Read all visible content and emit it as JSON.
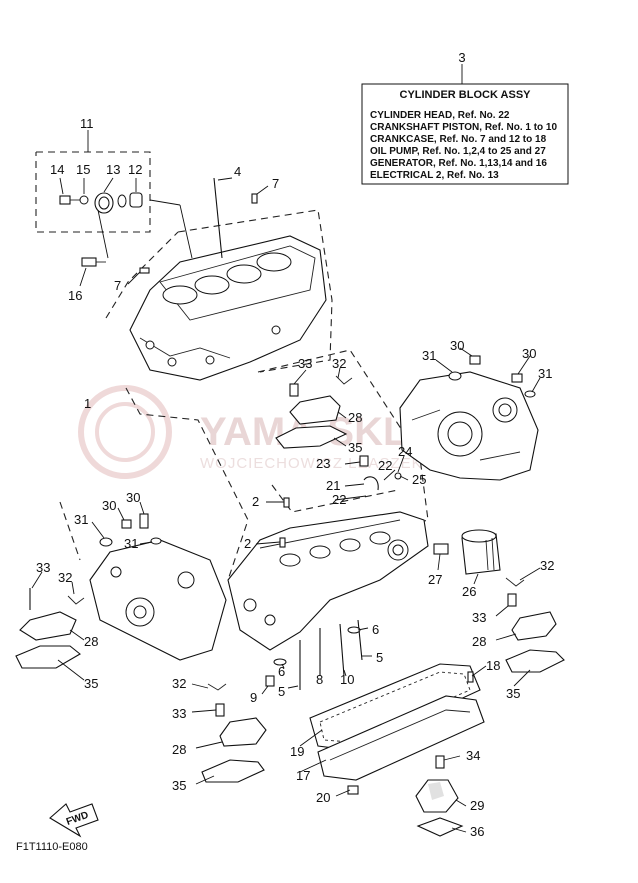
{
  "assy_box": {
    "ref": "3",
    "title": "CYLINDER BLOCK ASSY",
    "lines": [
      "CYLINDER HEAD, Ref. No. 22",
      "CRANKSHAFT PISTON, Ref. No. 1 to 10",
      "CRANKCASE, Ref. No. 7 and 12 to 18",
      "OIL PUMP, Ref. No. 1,2,4 to 25 and 27",
      "GENERATOR, Ref. No. 1,13,14 and 16",
      "ELECTRICAL 2, Ref. No. 13"
    ]
  },
  "watermark": {
    "main": "YAMA-SKLEP.PL",
    "sub": "WOJCIECHOWICZ LEASZEK ANNA"
  },
  "fwd_label": "FWD",
  "figure_code": "F1T1110-E080",
  "callouts": [
    {
      "id": "c11",
      "text": "11"
    },
    {
      "id": "c14",
      "text": "14"
    },
    {
      "id": "c15",
      "text": "15"
    },
    {
      "id": "c13a",
      "text": "13"
    },
    {
      "id": "c12",
      "text": "12"
    },
    {
      "id": "c4a",
      "text": "4"
    },
    {
      "id": "c7a",
      "text": "7"
    },
    {
      "id": "c7b",
      "text": "7"
    },
    {
      "id": "c16",
      "text": "16"
    },
    {
      "id": "c1",
      "text": "1"
    },
    {
      "id": "c33a",
      "text": "33"
    },
    {
      "id": "c32a",
      "text": "32"
    },
    {
      "id": "c28a",
      "text": "28"
    },
    {
      "id": "c35a",
      "text": "35"
    },
    {
      "id": "c23",
      "text": "23"
    },
    {
      "id": "c21",
      "text": "21"
    },
    {
      "id": "c22a",
      "text": "22"
    },
    {
      "id": "c22b",
      "text": "22"
    },
    {
      "id": "c24",
      "text": "24"
    },
    {
      "id": "c25",
      "text": "25"
    },
    {
      "id": "c31a",
      "text": "31"
    },
    {
      "id": "c30a",
      "text": "30"
    },
    {
      "id": "c30b",
      "text": "30"
    },
    {
      "id": "c31b",
      "text": "31"
    },
    {
      "id": "c2a",
      "text": "2"
    },
    {
      "id": "c2b",
      "text": "2"
    },
    {
      "id": "c31c",
      "text": "31"
    },
    {
      "id": "c30c",
      "text": "30"
    },
    {
      "id": "c30d",
      "text": "30"
    },
    {
      "id": "c31d",
      "text": "31"
    },
    {
      "id": "c33b",
      "text": "33"
    },
    {
      "id": "c32b",
      "text": "32"
    },
    {
      "id": "c28b",
      "text": "28"
    },
    {
      "id": "c35b",
      "text": "35"
    },
    {
      "id": "c27",
      "text": "27"
    },
    {
      "id": "c26",
      "text": "26"
    },
    {
      "id": "c32c",
      "text": "32"
    },
    {
      "id": "c33c",
      "text": "33"
    },
    {
      "id": "c28c",
      "text": "28"
    },
    {
      "id": "c35c",
      "text": "35"
    },
    {
      "id": "c6a",
      "text": "6"
    },
    {
      "id": "c5a",
      "text": "5"
    },
    {
      "id": "c6b",
      "text": "6"
    },
    {
      "id": "c9",
      "text": "9"
    },
    {
      "id": "c5b",
      "text": "5"
    },
    {
      "id": "c8",
      "text": "8"
    },
    {
      "id": "c10",
      "text": "10"
    },
    {
      "id": "c18",
      "text": "18"
    },
    {
      "id": "c32d",
      "text": "32"
    },
    {
      "id": "c33d",
      "text": "33"
    },
    {
      "id": "c28d",
      "text": "28"
    },
    {
      "id": "c35d",
      "text": "35"
    },
    {
      "id": "c19",
      "text": "19"
    },
    {
      "id": "c17",
      "text": "17"
    },
    {
      "id": "c34",
      "text": "34"
    },
    {
      "id": "c29",
      "text": "29"
    },
    {
      "id": "c20",
      "text": "20"
    },
    {
      "id": "c36",
      "text": "36"
    }
  ]
}
